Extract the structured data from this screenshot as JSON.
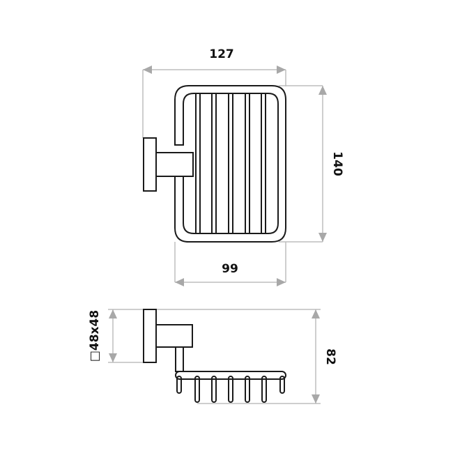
{
  "drawing": {
    "front_view": {
      "width_overall": "127",
      "height": "140",
      "basket_width": "99"
    },
    "side_view": {
      "wall_plate": "□48x48",
      "depth": "82"
    },
    "colors": {
      "outline": "#1a1a1a",
      "dimension": "#bdbdbd",
      "arrow": "#a8a8a8"
    }
  }
}
